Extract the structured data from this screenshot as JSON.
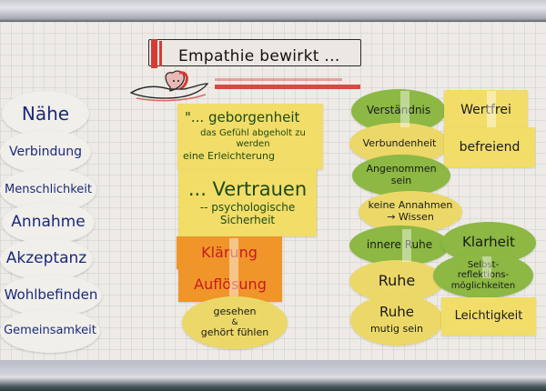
{
  "scene": {
    "description": "Flipchart/whiteboard with paper cards about empathy",
    "colors": {
      "board": "#eeebe6",
      "white_card": "#f1efea",
      "green_card": "#8cb843",
      "yellow_card": "#f1dd68",
      "orange_card": "#f0952a",
      "title_accent": "#d63a35",
      "blue_ink": "#1b2a7a",
      "red_ink": "#c81a22"
    }
  },
  "title": {
    "text": "Empathie bewirkt ...",
    "icon": "heart-in-hand-icon"
  },
  "left_column": [
    {
      "label": "Nähe"
    },
    {
      "label": "Verbindung"
    },
    {
      "label": "Menschlichkeit"
    },
    {
      "label": "Annahme"
    },
    {
      "label": "Akzeptanz"
    },
    {
      "label": "Wohlbefinden"
    },
    {
      "label": "Gemeinsamkeit"
    }
  ],
  "middle_column": {
    "card1": {
      "line1": "\"... geborgenheit",
      "line2": "das Gefühl abgeholt zu werden",
      "line3": "eine Erleichterung"
    },
    "card2": {
      "line1": "... Vertrauen",
      "line2": "-- psychologische",
      "line3": "Sicherheit"
    },
    "card3": {
      "label": "Klärung"
    },
    "card4": {
      "label": "Auflösung"
    },
    "card5": {
      "line1": "gesehen",
      "line2": "&",
      "line3": "gehört fühlen"
    }
  },
  "right_column": {
    "verstaendnis": "Verständnis",
    "wertfrei": "Wertfrei",
    "verbundenheit": "Verbundenheit",
    "befreiend": "befreiend",
    "angenommen_l1": "Angenommen",
    "angenommen_l2": "sein",
    "keine_l1": "keine Annahmen",
    "keine_l2": "→ Wissen",
    "innere_ruhe": "innere Ruhe",
    "klarheit": "Klarheit",
    "selbst_l1": "Selbst-",
    "selbst_l2": "reflektions-",
    "selbst_l3": "möglichkeiten",
    "ruhe1": "Ruhe",
    "ruhe2": "Ruhe",
    "mutig": "mutig sein",
    "leichtigkeit": "Leichtigkeit"
  }
}
